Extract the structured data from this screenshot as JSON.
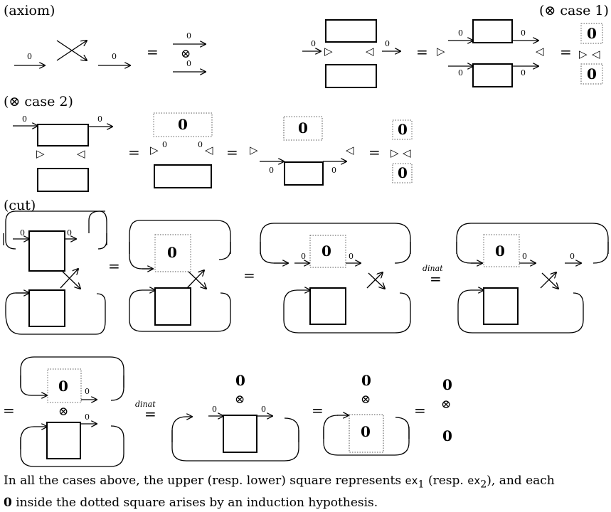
{
  "labels": {
    "axiom": "(axiom)",
    "tensor_case1": "(⊗ case 1)",
    "tensor_case2": "(⊗ case 2)",
    "cut": "(cut)"
  },
  "symbols": {
    "zero": "0",
    "small_zero": "0",
    "equals": "=",
    "tensor": "⊗",
    "triangle_right": "▷",
    "triangle_left": "◁",
    "dinat": "dinat"
  },
  "caption": {
    "line1_start": "In all the cases above, the upper (resp. lower) square represents ",
    "ex": "ex",
    "sub1": "1",
    "resp": " (resp. ",
    "sub2": "2",
    "line1_end": "), and each",
    "line2_zero": "0",
    "line2_rest": " inside the dotted square arises by an induction hypothesis."
  }
}
